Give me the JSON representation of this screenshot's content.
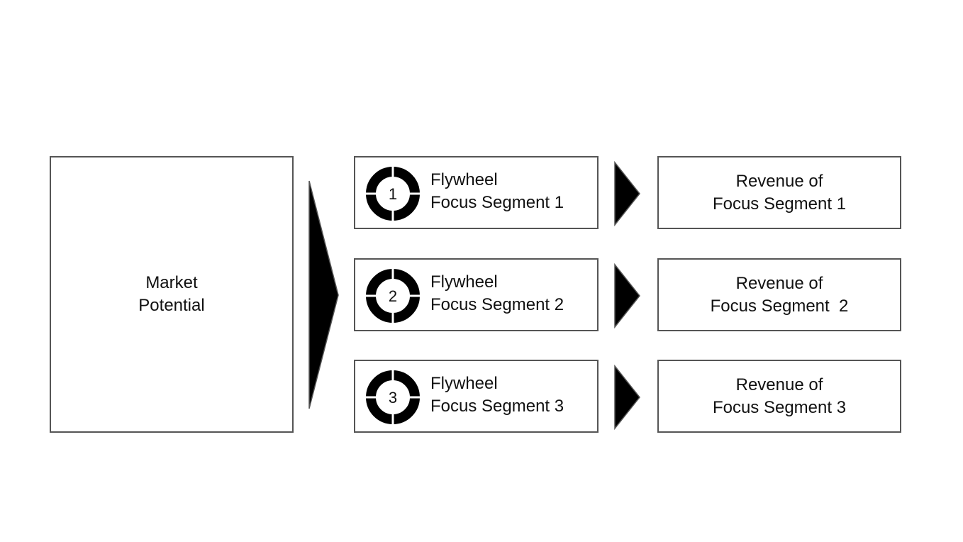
{
  "market": {
    "label": "Market\nPotential"
  },
  "segments": [
    {
      "number": "1",
      "flywheel_label": "Flywheel\nFocus Segment 1",
      "revenue_label": "Revenue of\nFocus Segment 1"
    },
    {
      "number": "2",
      "flywheel_label": "Flywheel\nFocus Segment 2",
      "revenue_label": "Revenue of\nFocus Segment  2"
    },
    {
      "number": "3",
      "flywheel_label": "Flywheel\nFocus Segment 3",
      "revenue_label": "Revenue of\nFocus Segment 3"
    }
  ],
  "colors": {
    "box_border": "#555555",
    "arrow_fill": "#000000",
    "text": "#111111"
  },
  "icons": {
    "flywheel": "cycle-icon",
    "big_arrow": "chevron-right-icon",
    "small_arrow": "triangle-right-icon"
  }
}
